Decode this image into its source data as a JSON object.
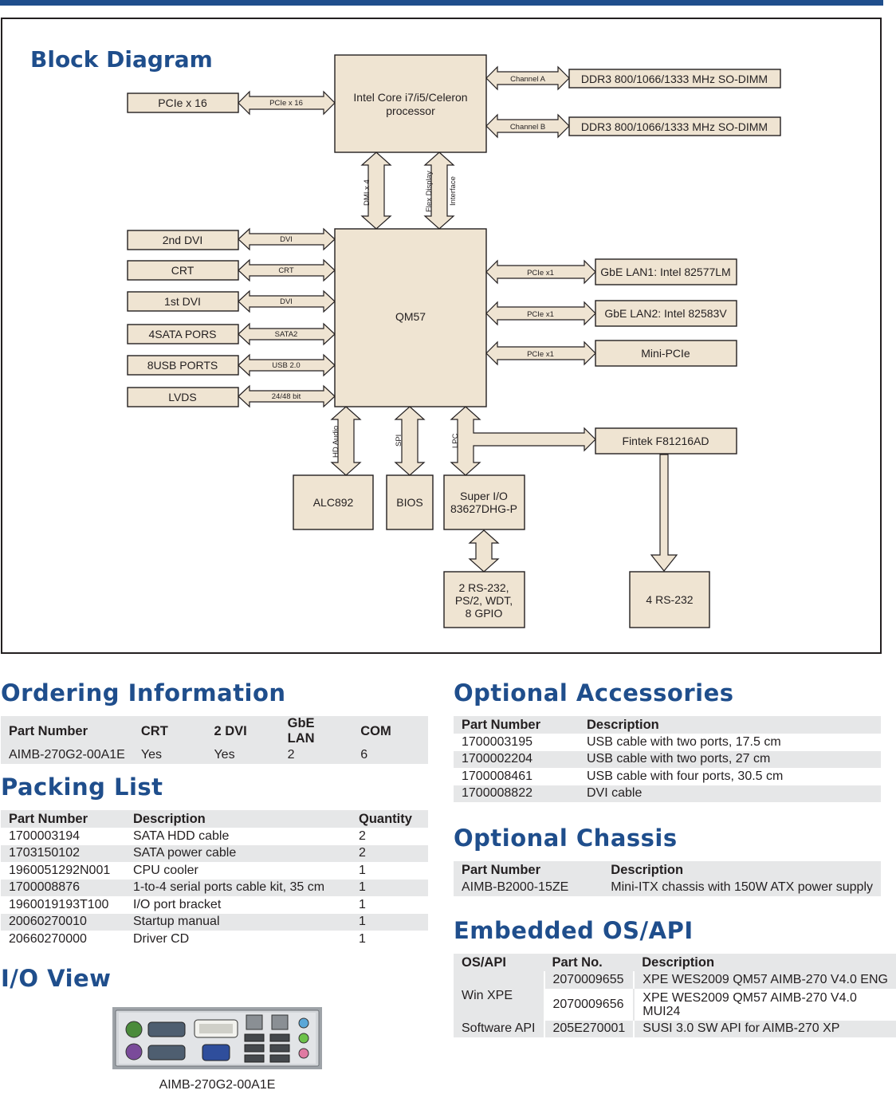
{
  "diagram": {
    "title": "Block Diagram",
    "blocks": {
      "cpu": [
        "Intel Core i7/i5/Celeron",
        "processor"
      ],
      "pcie16": "PCIe x 16",
      "ddr_a": "DDR3  800/1066/1333 MHz  SO-DIMM",
      "ddr_b": "DDR3  800/1066/1333 MHz  SO-DIMM",
      "pch": "QM57",
      "dvi2": "2nd DVI",
      "crt": "CRT",
      "dvi1": "1st DVI",
      "sata": "4SATA PORS",
      "usb": "8USB PORTS",
      "lvds": "LVDS",
      "lan1": "GbE LAN1: Intel 82577LM",
      "lan2": "GbE LAN2: Intel 82583V",
      "minipcie": "Mini-PCIe",
      "fintek": "Fintek F81216AD",
      "alc": "ALC892",
      "bios": "BIOS",
      "superio": [
        "Super I/O",
        "83627DHG-P"
      ],
      "serial": [
        "2 RS-232,",
        "PS/2, WDT,",
        "8 GPIO"
      ],
      "rs232": "4 RS-232"
    },
    "links": {
      "pcie16": "PCIe x 16",
      "chan_a": "Channel A",
      "chan_b": "Channel B",
      "dmi": "DMI x 4",
      "flex1": "Flex Display",
      "flex2": "Interface",
      "dvi2": "DVI",
      "crt": "CRT",
      "dvi1": "DVI",
      "sata": "SATA2",
      "usb": "USB 2.0",
      "lvds": "24/48 bit",
      "lan1": "PCIe x1",
      "lan2": "PCIe x1",
      "minipcie": "PCIe x1",
      "hda": "HD Audio",
      "spi": "SPI",
      "lpc": "LPC"
    }
  },
  "ordering": {
    "title": "Ordering Information",
    "headers": [
      "Part Number",
      "CRT",
      "2 DVI",
      "GbE LAN",
      "COM"
    ],
    "rows": [
      [
        "AIMB-270G2-00A1E",
        "Yes",
        "Yes",
        "2",
        "6"
      ]
    ]
  },
  "packing": {
    "title": "Packing List",
    "headers": [
      "Part Number",
      "Description",
      "Quantity"
    ],
    "rows": [
      [
        "1700003194",
        "SATA HDD cable",
        "2"
      ],
      [
        "1703150102",
        "SATA power cable",
        "2"
      ],
      [
        "1960051292N001",
        "CPU cooler",
        "1"
      ],
      [
        "1700008876",
        "1-to-4 serial ports cable kit, 35 cm",
        "1"
      ],
      [
        "1960019193T100",
        "I/O port bracket",
        "1"
      ],
      [
        "20060270010",
        "Startup manual",
        "1"
      ],
      [
        "20660270000",
        "Driver CD",
        "1"
      ]
    ]
  },
  "io_view": {
    "title": "I/O View",
    "caption": "AIMB-270G2-00A1E"
  },
  "accessories": {
    "title": "Optional Accessories",
    "headers": [
      "Part Number",
      "Description"
    ],
    "rows": [
      [
        "1700003195",
        "USB cable with two ports, 17.5 cm"
      ],
      [
        "1700002204",
        "USB cable with two ports, 27 cm"
      ],
      [
        "1700008461",
        "USB cable with four ports, 30.5 cm"
      ],
      [
        "1700008822",
        "DVI cable"
      ]
    ]
  },
  "chassis": {
    "title": "Optional Chassis",
    "headers": [
      "Part Number",
      "Description"
    ],
    "rows": [
      [
        "AIMB-B2000-15ZE",
        "Mini-ITX chassis with 150W ATX power supply"
      ]
    ]
  },
  "os": {
    "title": "Embedded OS/API",
    "headers": [
      "OS/API",
      "Part No.",
      "Description"
    ],
    "group1": "Win XPE",
    "rows": [
      [
        "2070009655",
        "XPE WES2009 QM57 AIMB-270 V4.0 ENG"
      ],
      [
        "2070009656",
        "XPE WES2009 QM57 AIMB-270 V4.0 MUI24"
      ]
    ],
    "row3": [
      "Software API",
      "205E270001",
      "SUSI 3.0 SW API for AIMB-270 XP"
    ]
  },
  "colors": {
    "title_blue": "#1f4e8c",
    "block_fill": "#efe4d2",
    "stroke": "#231f20",
    "table_shade": "#e6e7e8"
  }
}
